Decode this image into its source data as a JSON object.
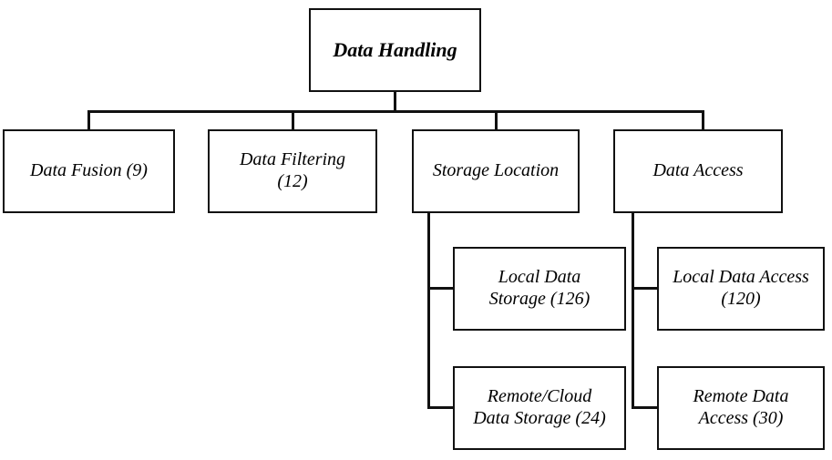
{
  "diagram": {
    "title": "Data Handling",
    "type": "hierarchy-tree",
    "root": {
      "id": "data-handling",
      "label": "Data Handling",
      "count": null
    },
    "level2": [
      {
        "id": "data-fusion",
        "label": "Data Fusion (9)",
        "name": "Data Fusion",
        "count": 9
      },
      {
        "id": "data-filtering",
        "label": "Data Filtering\n(12)",
        "name": "Data Filtering",
        "count": 12
      },
      {
        "id": "storage-location",
        "label": "Storage Location",
        "name": "Storage Location",
        "count": null
      },
      {
        "id": "data-access",
        "label": "Data Access",
        "name": "Data Access",
        "count": null
      }
    ],
    "storage_children": [
      {
        "id": "local-data-storage",
        "label": "Local Data\nStorage (126)",
        "name": "Local Data Storage",
        "count": 126
      },
      {
        "id": "remote-cloud-data-storage",
        "label": "Remote/Cloud\nData Storage (24)",
        "name": "Remote/Cloud Data Storage",
        "count": 24
      }
    ],
    "access_children": [
      {
        "id": "local-data-access",
        "label": "Local Data Access\n(120)",
        "name": "Local Data Access",
        "count": 120
      },
      {
        "id": "remote-data-access",
        "label": "Remote Data\nAccess (30)",
        "name": "Remote Data Access",
        "count": 30
      }
    ],
    "colors": {
      "background": "#ffffff",
      "border": "#111111",
      "text": "#000000",
      "connector": "#111111"
    }
  }
}
